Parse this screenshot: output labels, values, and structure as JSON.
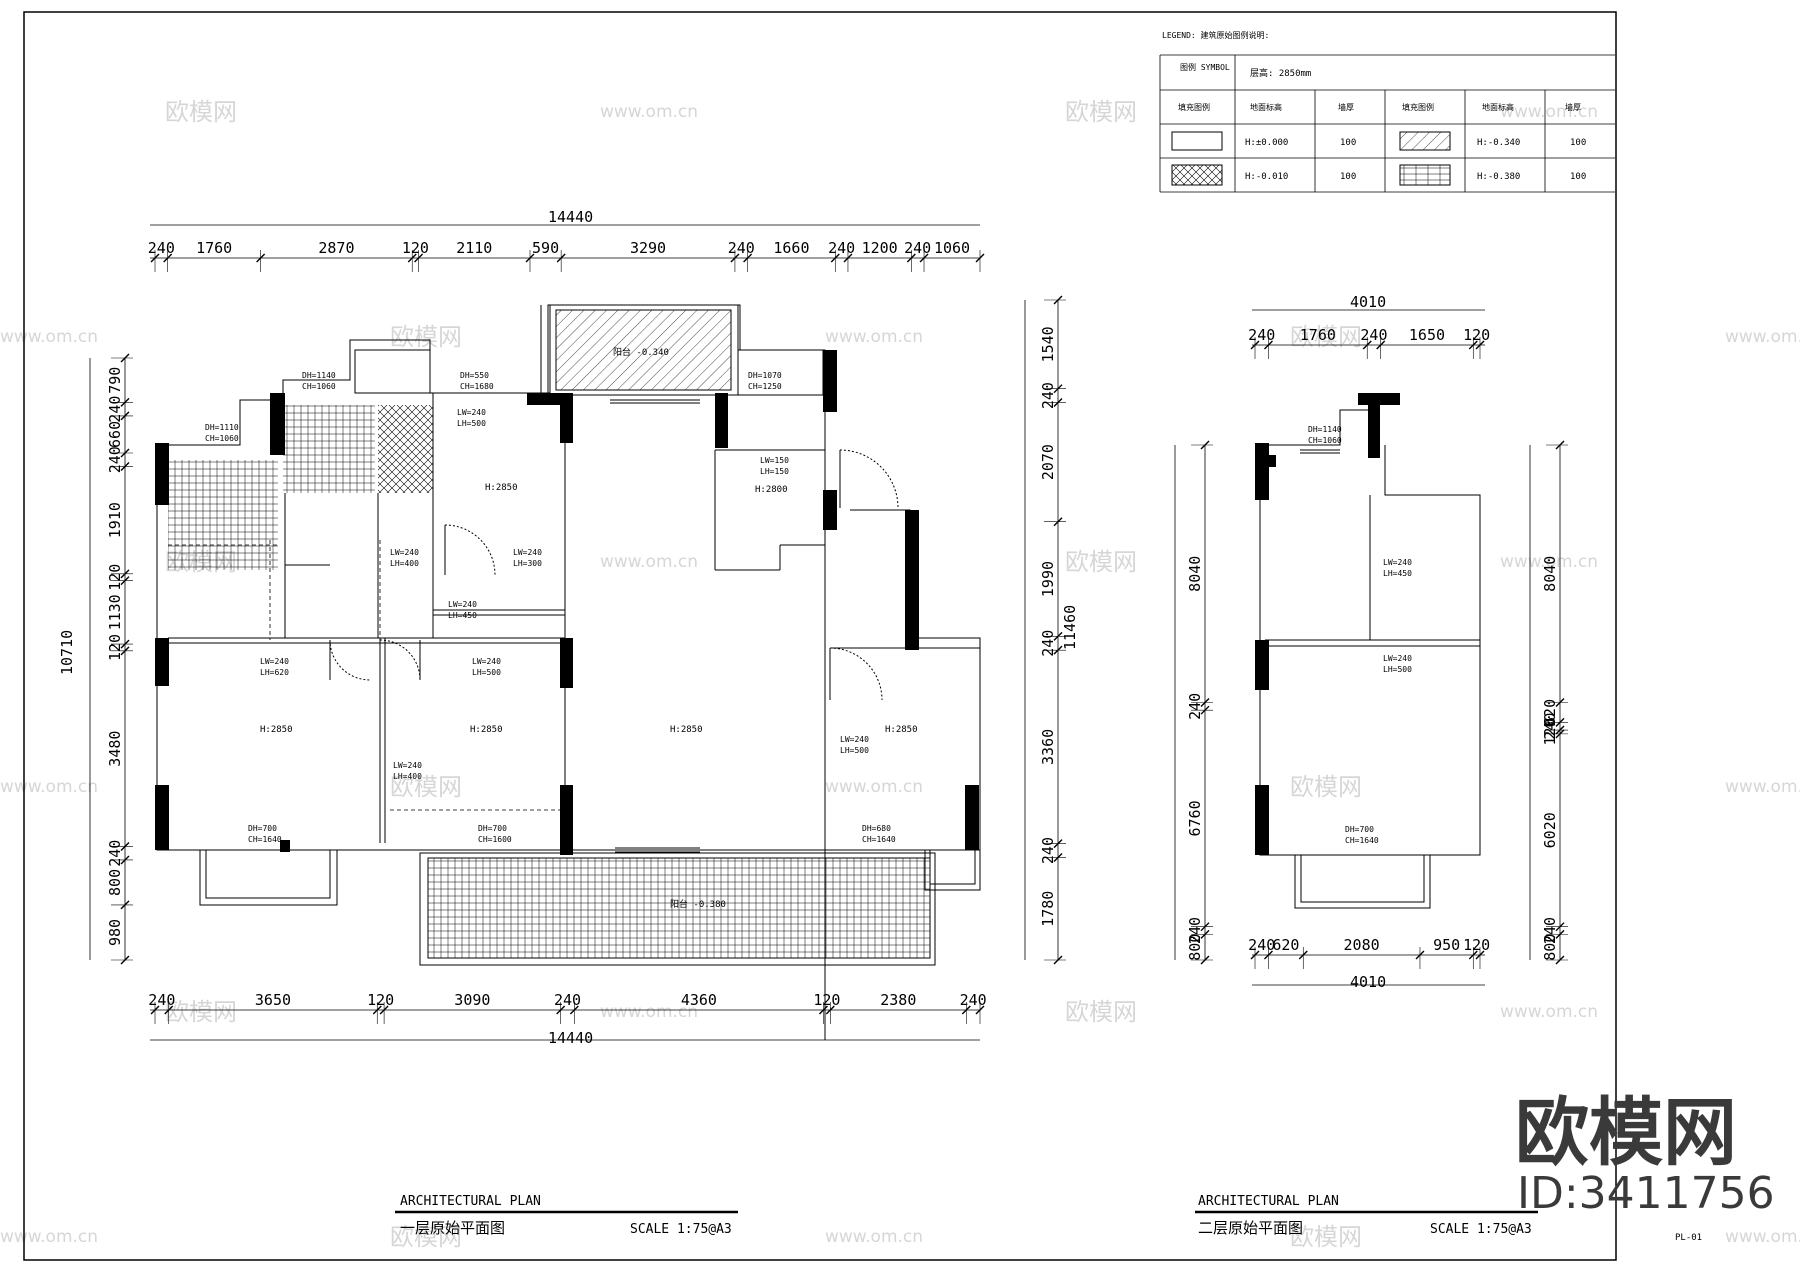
{
  "legend": {
    "header": "LEGEND:\n建筑原始图例说明:",
    "symbol_label": "图例\nSYMBOL",
    "floor_height": "层高: 2850mm",
    "columns": [
      "填充图例",
      "地面标高",
      "墙厚",
      "填充图例",
      "地面标高",
      "墙厚"
    ],
    "rows": [
      {
        "level_a": "H:±0.000",
        "thick_a": "100",
        "level_b": "H:-0.340",
        "thick_b": "100"
      },
      {
        "level_a": "H:-0.010",
        "thick_a": "100",
        "level_b": "H:-0.380",
        "thick_b": "100"
      }
    ]
  },
  "plan1": {
    "top_total": "14440",
    "top_dims": [
      "240",
      "1760",
      "2870",
      "120",
      "2110",
      "590",
      "3290",
      "240",
      "1660",
      "240",
      "1200",
      "240",
      "1060"
    ],
    "bottom_total": "14440",
    "bottom_dims": [
      "240",
      "3650",
      "120",
      "3090",
      "240",
      "4360",
      "120",
      "2380",
      "240"
    ],
    "left_total": "10710",
    "left_dims": [
      "790",
      "240",
      "660",
      "240",
      "1910",
      "120",
      "1130",
      "120",
      "3480",
      "240",
      "800",
      "980"
    ],
    "right_total": "11460",
    "right_dims": [
      "1540",
      "240",
      "2070",
      "1990",
      "240",
      "3360",
      "240",
      "1780"
    ],
    "title_en": "ARCHITECTURAL PLAN",
    "title_cn": "一层原始平面图",
    "scale": "SCALE   1:75@A3",
    "labels": {
      "balcony_top": "阳台 -0.340",
      "h2850_a": "H:2850",
      "h2850_b": "H:2850",
      "h2850_c": "H:2850",
      "h2850_d": "H:2850",
      "h2850_e": "H:2850",
      "h2800": "H:2800",
      "balcony_bottom": "阳台 -0.380",
      "dh1140": "DH=1140",
      "ch1060a": "CH=1060",
      "dh1110": "DH=1110",
      "ch1060b": "CH=1060",
      "dh550": "DH=550",
      "ch1680": "CH=1680",
      "dh1070": "DH=1070",
      "ch1250": "CH=1250",
      "lw240a": "LW=240",
      "lh500a": "LH=500",
      "lw150": "LW=150",
      "lh150": "LH=150",
      "lw240b": "LW=240",
      "lh400a": "LH=400",
      "lw240c": "LW=240",
      "lh300": "LH=300",
      "lw240d": "LW=240",
      "lh450": "LH=450",
      "lw240e": "LW=240",
      "lh620": "LH=620",
      "lw240f": "LW=240",
      "lh500b": "LH=500",
      "lw240g": "LW=240",
      "lh400b": "LH=400",
      "lw240h": "LW=240",
      "lh500c": "LH=500",
      "dh700a": "DH=700",
      "ch1640a": "CH=1640",
      "dh700b": "DH=700",
      "ch1600": "CH=1600",
      "dh680": "DH=680",
      "ch1640b": "CH=1640"
    }
  },
  "plan2": {
    "top_total": "4010",
    "top_dims": [
      "240",
      "1760",
      "240",
      "1650",
      "120"
    ],
    "bottom_total": "4010",
    "bottom_dims": [
      "240",
      "620",
      "2080",
      "950",
      "120"
    ],
    "left_dims": [
      "8040",
      "240",
      "6760",
      "240",
      "800"
    ],
    "right_dims": [
      "8040",
      "620",
      "240",
      "120",
      "6020",
      "240",
      "800"
    ],
    "title_en": "ARCHITECTURAL PLAN",
    "title_cn": "二层原始平面图",
    "scale": "SCALE   1:75@A3",
    "labels": {
      "dh1140": "DH=1140",
      "ch1060": "CH=1060",
      "lw240a": "LW=240",
      "lh450": "LH=450",
      "lw240b": "LW=240",
      "lh500": "LH=500",
      "dh700": "DH=700",
      "ch1640": "CH=1640"
    }
  },
  "sheet_no": "PL-01",
  "watermark": {
    "site": "www.om.cn",
    "brand": "欧模网",
    "id": "ID:3411756"
  }
}
